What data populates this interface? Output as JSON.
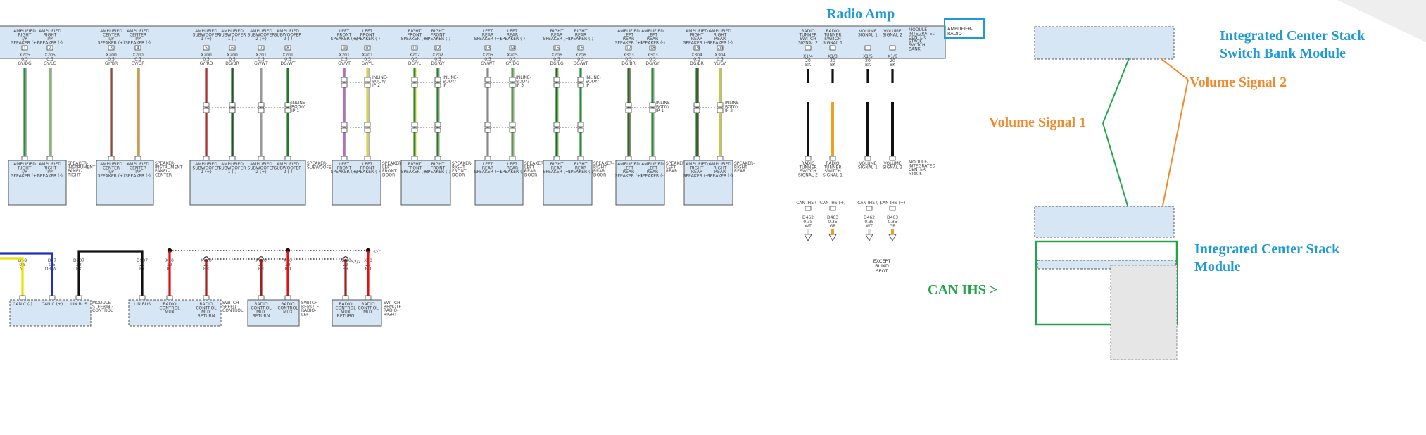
{
  "callouts": {
    "radio_amp": "Radio Amp",
    "icsbm_line1": "Integrated Center Stack",
    "icsbm_line2": "Switch Bank Module",
    "vol2": "Volume Signal 2",
    "vol1": "Volume Signal 1",
    "icsm_line1": "Integrated Center Stack",
    "icsm_line2": "Module",
    "can_ihs": "CAN IHS >"
  },
  "colors": {
    "callout_blue": "#1e9ad6",
    "callout_orange": "#f08a2c",
    "callout_green": "#22a54a",
    "module_fill": "#d6e6f5"
  },
  "amp_module_label": [
    "AMPLIFIER-",
    "RADIO"
  ],
  "amp_pins": [
    {
      "l": [
        "AMPLIFIED",
        "RIGHT",
        "I/P",
        "SPEAKER (+)"
      ],
      "c": "X205",
      "g": "0.5",
      "w": "GY/DG",
      "color": "#2e8b3a",
      "stripe": "#888888"
    },
    {
      "l": [
        "AMPLIFIED",
        "RIGHT",
        "I/P",
        "SPEAKER (-)"
      ],
      "c": "X205",
      "g": "0.5",
      "w": "GY/LG",
      "color": "#7fbf6a",
      "stripe": "#888888"
    },
    {
      "l": [
        "AMPLIFIED",
        "CENTER",
        "I/P",
        "SPEAKER (+)"
      ],
      "c": "X200",
      "g": "0.5",
      "w": "GY/BR",
      "color": "#8b4a3a",
      "stripe": "#888888"
    },
    {
      "l": [
        "AMPLIFIED",
        "CENTER",
        "I/P",
        "SPEAKER (-)"
      ],
      "c": "X200",
      "g": "0.5",
      "w": "GY/OR",
      "color": "#d99a3a",
      "stripe": "#888888"
    },
    {
      "l": [
        "AMPLIFIED",
        "SUBWOOFER",
        "1 (+)"
      ],
      "c": "X200",
      "g": "0.5",
      "w": "GY/RD",
      "color": "#b03030",
      "stripe": "#888888"
    },
    {
      "l": [
        "AMPLIFIED",
        "SUBWOOFER",
        "1 (-)"
      ],
      "c": "X200",
      "g": "0.5",
      "w": "DG/BR",
      "color": "#1f5e2a",
      "stripe": "#6b3a2a"
    },
    {
      "l": [
        "AMPLIFIED",
        "SUBWOOFER",
        "2 (+)"
      ],
      "c": "X201",
      "g": "0.5",
      "w": "GY/WT",
      "color": "#9a9a9a",
      "stripe": "#ffffff"
    },
    {
      "l": [
        "AMPLIFIED",
        "SUBWOOFER",
        "2 (-)"
      ],
      "c": "X201",
      "g": "0.5",
      "w": "DG/WT",
      "color": "#1f7a2a",
      "stripe": "#ffffff"
    },
    {
      "l": [
        "LEFT",
        "FRONT",
        "SPEAKER (+)"
      ],
      "c": "X201",
      "g": "0.5",
      "w": "GY/VT",
      "color": "#b070c0",
      "stripe": "#888888"
    },
    {
      "l": [
        "LEFT",
        "FRONT",
        "SPEAKER (-)"
      ],
      "c": "X201",
      "g": "0.5",
      "w": "GY/YL",
      "color": "#d8d050",
      "stripe": "#888888"
    },
    {
      "l": [
        "RIGHT",
        "FRONT",
        "SPEAKER (+)"
      ],
      "c": "X202",
      "g": "0.5",
      "w": "DG/YL",
      "color": "#3a8a2a",
      "stripe": "#e8e040"
    },
    {
      "l": [
        "RIGHT",
        "FRONT",
        "SPEAKER (-)"
      ],
      "c": "X202",
      "g": "0.5",
      "w": "DG/GY",
      "color": "#2a7a2a",
      "stripe": "#aaaaaa"
    },
    {
      "l": [
        "LEFT",
        "REAR",
        "SPEAKER (+)"
      ],
      "c": "X205",
      "g": "0.5",
      "w": "GY/WT",
      "color": "#888888",
      "stripe": "#ffffff"
    },
    {
      "l": [
        "LEFT",
        "REAR",
        "SPEAKER (-)"
      ],
      "c": "X205",
      "g": "0.5",
      "w": "GY/DG",
      "color": "#5a9a4a",
      "stripe": "#aaaaaa"
    },
    {
      "l": [
        "RIGHT",
        "REAR",
        "SPEAKER (+)"
      ],
      "c": "X206",
      "g": "0.5",
      "w": "DG/LG",
      "color": "#1f6a1f",
      "stripe": "#9ad070"
    },
    {
      "l": [
        "RIGHT",
        "REAR",
        "SPEAKER (-)"
      ],
      "c": "X206",
      "g": "0.5",
      "w": "DG/WT",
      "color": "#2a8a3a",
      "stripe": "#ffffff"
    },
    {
      "l": [
        "AMPLIFIED",
        "LEFT",
        "REAR",
        "SPEAKER (+)"
      ],
      "c": "X303",
      "g": "0.5",
      "w": "DG/BR",
      "color": "#2a6a2a",
      "stripe": "#6b3a2a"
    },
    {
      "l": [
        "AMPLIFIED",
        "LEFT",
        "REAR",
        "SPEAKER (-)"
      ],
      "c": "X303",
      "g": "0.5",
      "w": "DG/GY",
      "color": "#2a8a3a",
      "stripe": "#aaaaaa"
    },
    {
      "l": [
        "AMPLIFIED",
        "RIGHT",
        "REAR",
        "SPEAKER (+)"
      ],
      "c": "X304",
      "g": "0.5",
      "w": "DG/BR",
      "color": "#2a6a2a",
      "stripe": "#6b3a2a"
    },
    {
      "l": [
        "AMPLIFIED",
        "RIGHT",
        "REAR",
        "SPEAKER (-)"
      ],
      "c": "X304",
      "g": "0.5",
      "w": "YL/GY",
      "color": "#c8c83a",
      "stripe": "#888888"
    }
  ],
  "inline_labels": [
    [
      "INLINE-",
      "BODY/",
      "IP 1"
    ],
    [
      "INLINE-",
      "BODY/",
      "IP 2"
    ],
    [
      "INLINE-",
      "BODY/",
      "IP"
    ],
    [
      "INLINE-",
      "BODY/",
      "IP 3"
    ],
    [
      "INLINE-",
      "BODY/",
      "IP"
    ]
  ],
  "speakers": [
    {
      "name": [
        "SPEAKER-",
        "INSTRUMENT",
        "PANEL-",
        "RIGHT"
      ],
      "pins": [
        [
          "AMPLIFIED",
          "RIGHT",
          "I/P",
          "SPEAKER (+)"
        ],
        [
          "AMPLIFIED",
          "RIGHT",
          "I/P",
          "SPEAKER (-)"
        ]
      ]
    },
    {
      "name": [
        "SPEAKER-",
        "INSTRUMENT",
        "PANEL-",
        "CENTER"
      ],
      "pins": [
        [
          "AMPLIFIED",
          "CENTER",
          "I/P",
          "SPEAKER (+)"
        ],
        [
          "AMPLIFIED",
          "CENTER",
          "I/P",
          "SPEAKER (-)"
        ]
      ]
    },
    {
      "name": [
        "SPEAKER-",
        "SUBWOOFER"
      ],
      "pins": [
        [
          "AMPLIFIED",
          "SUBWOOFER",
          "1 (+)"
        ],
        [
          "AMPLIFIED",
          "SUBWOOFER",
          "1 (-)"
        ],
        [
          "AMPLIFIED",
          "SUBWOOFER",
          "2 (+)"
        ],
        [
          "AMPLIFIED",
          "SUBWOOFER",
          "2 (-)"
        ]
      ]
    },
    {
      "name": [
        "SPEAKER-",
        "LEFT",
        "FRONT",
        "DOOR"
      ],
      "pins": [
        [
          "LEFT",
          "FRONT",
          "SPEAKER (+)"
        ],
        [
          "LEFT",
          "FRONT",
          "SPEAKER (-)"
        ]
      ]
    },
    {
      "name": [
        "SPEAKER-",
        "RIGHT",
        "FRONT",
        "DOOR"
      ],
      "pins": [
        [
          "RIGHT",
          "FRONT",
          "SPEAKER (+)"
        ],
        [
          "RIGHT",
          "FRONT",
          "SPEAKER (-)"
        ]
      ]
    },
    {
      "name": [
        "SPEAKER-",
        "LEFT",
        "REAR",
        "DOOR"
      ],
      "pins": [
        [
          "LEFT",
          "REAR",
          "SPEAKER (+)"
        ],
        [
          "LEFT",
          "REAR",
          "SPEAKER (-)"
        ]
      ]
    },
    {
      "name": [
        "SPEAKER-",
        "RIGHT",
        "REAR",
        "DOOR"
      ],
      "pins": [
        [
          "RIGHT",
          "REAR",
          "SPEAKER (+)"
        ],
        [
          "RIGHT",
          "REAR",
          "SPEAKER (-)"
        ]
      ]
    },
    {
      "name": [
        "SPEAKER-",
        "LEFT",
        "REAR"
      ],
      "pins": [
        [
          "AMPLIFIED",
          "LEFT",
          "REAR",
          "SPEAKER (+)"
        ],
        [
          "AMPLIFIED",
          "LEFT",
          "REAR",
          "SPEAKER (-)"
        ]
      ]
    },
    {
      "name": [
        "SPEAKER-",
        "RIGHT",
        "REAR"
      ],
      "pins": [
        [
          "AMPLIFIED",
          "RIGHT",
          "REAR",
          "SPEAKER (+)"
        ],
        [
          "AMPLIFIED",
          "RIGHT",
          "REAR",
          "SPEAKER (-)"
        ]
      ]
    }
  ],
  "icsbm": {
    "label": [
      "MODULE-",
      "INTEGRATED",
      "CENTER",
      "STACK",
      "SWITCH",
      "BANK"
    ],
    "pins": [
      {
        "l": [
          "RADIO",
          "TUNNER",
          "SWITCH",
          "SIGNAL 2"
        ],
        "c": "X1/4",
        "g": "20",
        "w": "BK"
      },
      {
        "l": [
          "RADIO",
          "TUNNER",
          "SWITCH",
          "SIGNAL 1"
        ],
        "c": "X1/3",
        "g": "20",
        "w": "BK"
      },
      {
        "l": [
          "VOLUME",
          "SIGNAL 1"
        ],
        "c": "X1/5",
        "g": "20",
        "w": "BK"
      },
      {
        "l": [
          "VOLUME",
          "SIGNAL 2"
        ],
        "c": "X1/6",
        "g": "20",
        "w": "BK"
      }
    ]
  },
  "icsm": {
    "label": [
      "MODULE-",
      "INTEGRATED",
      "CENTER",
      "STACK"
    ],
    "top_pins": [
      [
        "RADIO",
        "TUNNER",
        "SWITCH",
        "SIGNAL 2"
      ],
      [
        "RADIO",
        "TUNNER",
        "SWITCH",
        "SIGNAL 1"
      ],
      [
        "VOLUME",
        "SIGNAL 1"
      ],
      [
        "VOLUME",
        "SIGNAL 2"
      ]
    ],
    "can_pins": [
      {
        "l": "CAN IHS (-)",
        "c": "D462",
        "g": "0.35",
        "w": "WT"
      },
      {
        "l": "CAN IHS (+)",
        "c": "D463",
        "g": "0.35",
        "w": "GR"
      },
      {
        "l": "CAN IHS (-)",
        "c": "D462",
        "g": "0.35",
        "w": "WT"
      },
      {
        "l": "CAN IHS (+)",
        "c": "D463",
        "g": "0.35",
        "w": "GR"
      }
    ],
    "except_label": [
      "EXCEPT",
      "BLIND",
      "SPOT"
    ]
  },
  "bottom": {
    "steering_label": [
      "MODULE-",
      "STEERING",
      "CONTROL"
    ],
    "steering_pins": [
      "CAN C (-)",
      "CAN C (+)",
      "LIN BUS"
    ],
    "lin_module_pins": [
      "LIN BUS",
      "RADIO CONTROL MUX",
      "RADIO CONTROL MUX RETURN"
    ],
    "speed_label": [
      "SWITCH-",
      "SPEED",
      "CONTROL"
    ],
    "remote_left_label": [
      "SWITCH-",
      "REMOTE",
      "RADIO-",
      "LEFT"
    ],
    "remote_right_label": [
      "SWITCH-",
      "REMOTE",
      "RADIO-",
      "RIGHT"
    ],
    "remote_pins": [
      "RADIO CONTROL MUX RETURN",
      "RADIO CONTROL MUX"
    ],
    "wire_codes": [
      {
        "c": "D58",
        "g": "0.5",
        "w": "YL"
      },
      {
        "c": "D57",
        "g": "0.5",
        "w": "DB/WT"
      },
      {
        "c": "D907",
        "g": "22",
        "w": "BK"
      },
      {
        "c": "D907",
        "g": "22",
        "w": "BK"
      },
      {
        "c": "X20",
        "g": "22",
        "w": "RD"
      },
      {
        "c": "X920",
        "g": "22",
        "w": "BR"
      },
      {
        "c": "X920",
        "g": "22",
        "w": "BR"
      },
      {
        "c": "X20",
        "g": "22",
        "w": "RD"
      },
      {
        "c": "X920",
        "g": "22",
        "w": "BR"
      },
      {
        "c": "X20",
        "g": "22",
        "w": "RD"
      }
    ],
    "splice_labels": [
      "S2/1",
      "S2/2"
    ]
  }
}
